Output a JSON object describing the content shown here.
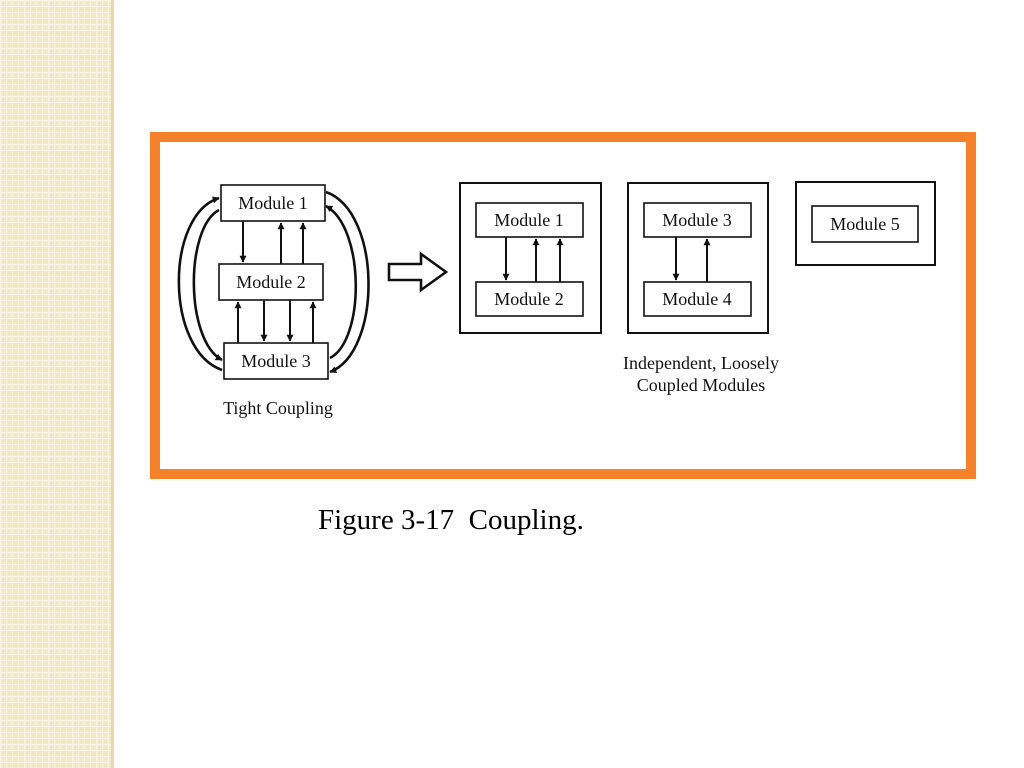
{
  "diagram": {
    "tight_modules": [
      "Module 1",
      "Module 2",
      "Module 3"
    ],
    "tight_label": "Tight Coupling",
    "loose_groups": [
      [
        "Module 1",
        "Module 2"
      ],
      [
        "Module 3",
        "Module 4"
      ],
      [
        "Module 5"
      ]
    ],
    "loose_label_line1": "Independent, Loosely",
    "loose_label_line2": "Coupled Modules"
  },
  "caption": "Figure 3-17  Coupling.",
  "colors": {
    "frame": "#f5822a",
    "side_pattern": "#f3e7c6"
  }
}
